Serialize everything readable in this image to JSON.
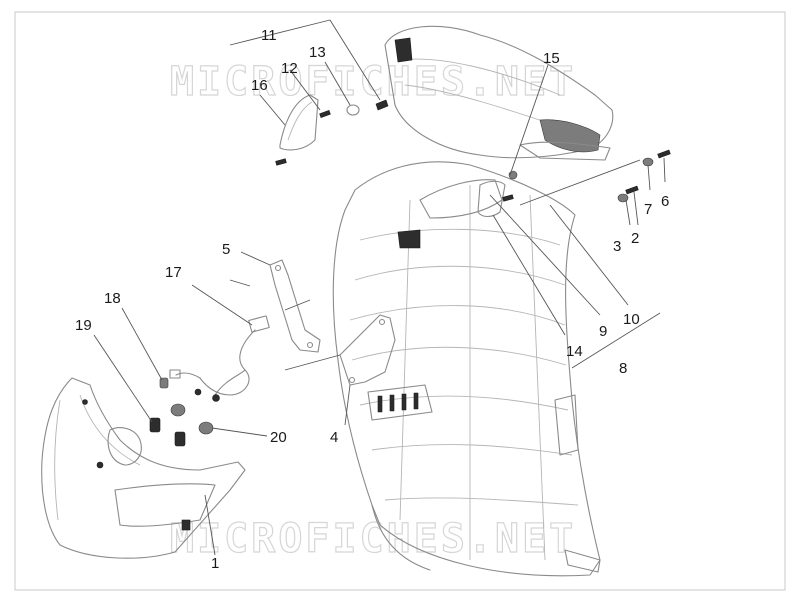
{
  "watermark": {
    "text": "MICROFICHES.NET"
  },
  "callouts": [
    {
      "label": "1"
    },
    {
      "label": "2"
    },
    {
      "label": "3"
    },
    {
      "label": "4"
    },
    {
      "label": "5"
    },
    {
      "label": "6"
    },
    {
      "label": "7"
    },
    {
      "label": "8"
    },
    {
      "label": "9"
    },
    {
      "label": "10"
    },
    {
      "label": "11"
    },
    {
      "label": "12"
    },
    {
      "label": "13"
    },
    {
      "label": "14"
    },
    {
      "label": "15"
    },
    {
      "label": "16"
    },
    {
      "label": "17"
    },
    {
      "label": "18"
    },
    {
      "label": "19"
    },
    {
      "label": "20"
    }
  ]
}
